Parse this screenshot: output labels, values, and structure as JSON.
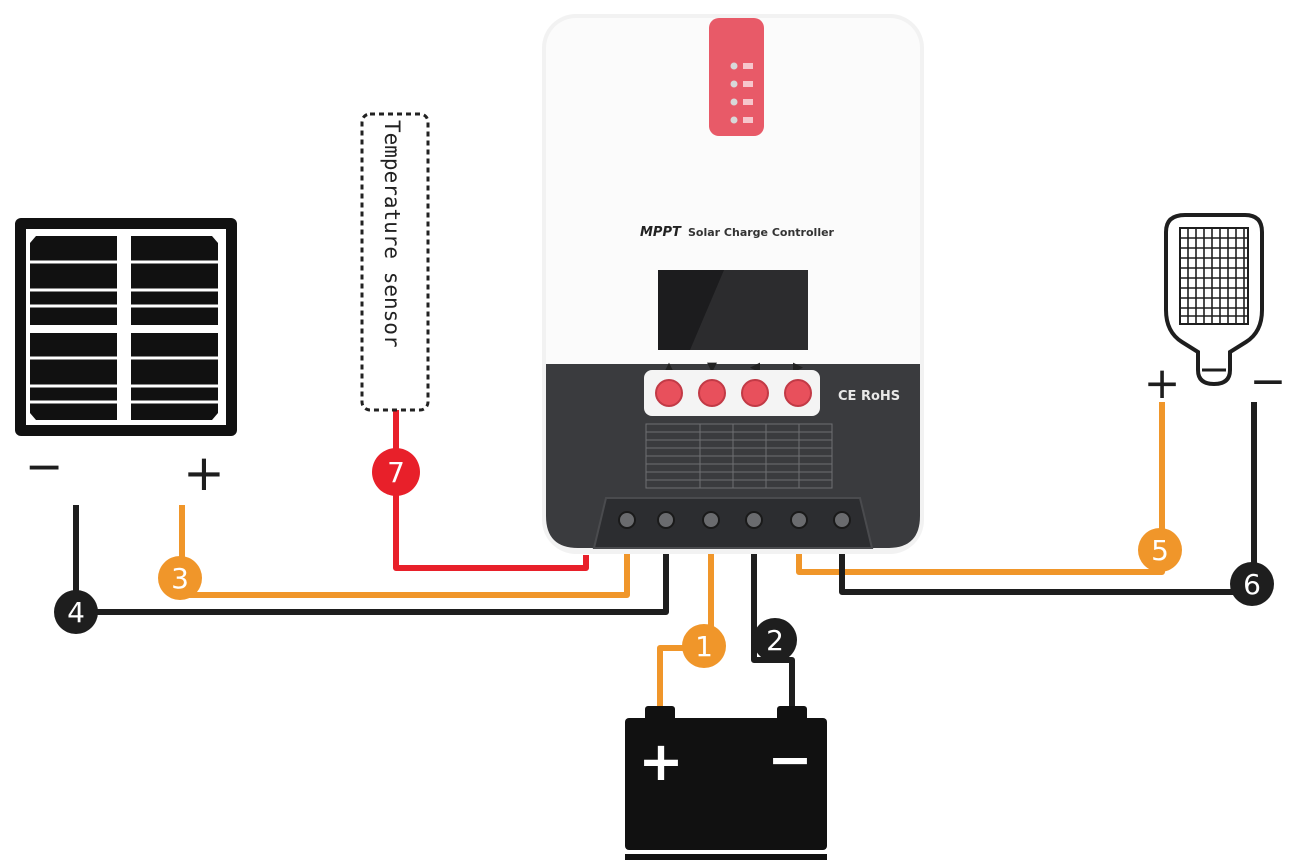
{
  "sensor": {
    "label": "Temperature sensor"
  },
  "controller": {
    "brand": "MPPT",
    "name": "Solar Charge Controller",
    "certifications": "CE  RoHS",
    "buttons": [
      "▲",
      "▼",
      "◀",
      "▶"
    ]
  },
  "polarity": {
    "solar_minus": "−",
    "solar_plus": "+",
    "load_plus": "+",
    "load_minus": "−",
    "battery_plus": "+",
    "battery_minus": "−"
  },
  "wires": [
    {
      "number": "1",
      "color": "#f0962a"
    },
    {
      "number": "2",
      "color": "#1e1e1e"
    },
    {
      "number": "3",
      "color": "#f0962a"
    },
    {
      "number": "4",
      "color": "#1e1e1e"
    },
    {
      "number": "5",
      "color": "#f0962a"
    },
    {
      "number": "6",
      "color": "#1e1e1e"
    },
    {
      "number": "7",
      "color": "#e8202a"
    }
  ],
  "colors": {
    "orange": "#f0962a",
    "black": "#1e1e1e",
    "red": "#e8202a",
    "controller_dark": "#3a3b3e",
    "accent_pink": "#e85a68"
  }
}
